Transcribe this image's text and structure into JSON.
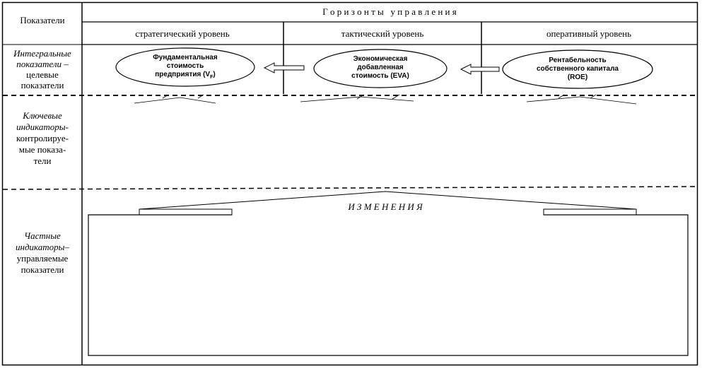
{
  "header": {
    "indicators_label": "Показатели",
    "horizons_title": "Г о р и з о н т ы   у п р а в л е н и я"
  },
  "levels": {
    "strategic": "стратегический уровень",
    "tactical": "тактический уровень",
    "operational": "оперативный уровень"
  },
  "rows": {
    "integral": {
      "line1": "Интегральные",
      "line2": "показатели –",
      "line3": "целевые",
      "line4": "показатели"
    },
    "key": {
      "line1": "Ключевые",
      "line2": "индикаторы-",
      "line3": "контролируе-",
      "line4": "мые показа-",
      "line5": "тели"
    },
    "partial": {
      "line1": "Частные",
      "line2": "индикаторы–",
      "line3": "управляемые",
      "line4": "показатели"
    }
  },
  "ellipses": {
    "fundamental": {
      "line1": "Фундаментальная",
      "line2": "стоимость",
      "line3": "предприятия (V",
      "sub": "F",
      "line3_end": ")"
    },
    "eva": {
      "line1": "Экономическая",
      "line2": "добавленная",
      "line3": "стоимость (EVA)"
    },
    "roe": {
      "line1": "Рентабельность",
      "line2": "собственного капитала",
      "line3": "(ROE)"
    }
  },
  "changes_label": "И З М Е Н Е Н И Я"
}
